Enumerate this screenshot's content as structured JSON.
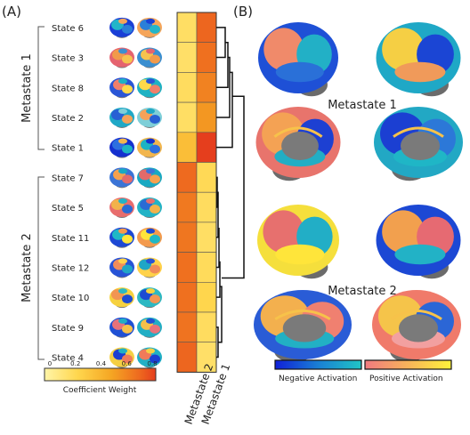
{
  "panel_a": {
    "label": "(A)",
    "group1_label": "Metastate 1",
    "group2_label": "Metastate 2",
    "states": [
      "State 6",
      "State 3",
      "State 8",
      "State 2",
      "State 1",
      "State 7",
      "State 5",
      "State 11",
      "State 12",
      "State 10",
      "State 9",
      "State 4"
    ],
    "colorbar": {
      "ticks": [
        "0",
        "0.2",
        "0.4",
        "0.6",
        "0.8"
      ],
      "label": "Coefficient Weight"
    },
    "columns": [
      "Metastate 2",
      "Metastate 1"
    ]
  },
  "panel_b": {
    "label": "(B)",
    "metastate1_label": "Metastate 1",
    "metastate2_label": "Metastate 2",
    "legend_negative": "Negative Activation",
    "legend_positive": "Positive Activation"
  },
  "chart_data": {
    "type": "heatmap",
    "rows": [
      "State 6",
      "State 3",
      "State 8",
      "State 2",
      "State 1",
      "State 7",
      "State 5",
      "State 11",
      "State 12",
      "State 10",
      "State 9",
      "State 4"
    ],
    "columns": [
      "Metastate 2",
      "Metastate 1"
    ],
    "values": [
      [
        0.15,
        0.62
      ],
      [
        0.14,
        0.58
      ],
      [
        0.16,
        0.52
      ],
      [
        0.15,
        0.45
      ],
      [
        0.3,
        0.8
      ],
      [
        0.6,
        0.18
      ],
      [
        0.55,
        0.16
      ],
      [
        0.56,
        0.15
      ],
      [
        0.58,
        0.17
      ],
      [
        0.58,
        0.2
      ],
      [
        0.57,
        0.16
      ],
      [
        0.62,
        0.14
      ]
    ],
    "colorbar_range": [
      0,
      0.8
    ],
    "colormap": [
      "#fff5a8",
      "#ffd64d",
      "#f5a623",
      "#ee6a1f",
      "#e53e1d"
    ]
  }
}
